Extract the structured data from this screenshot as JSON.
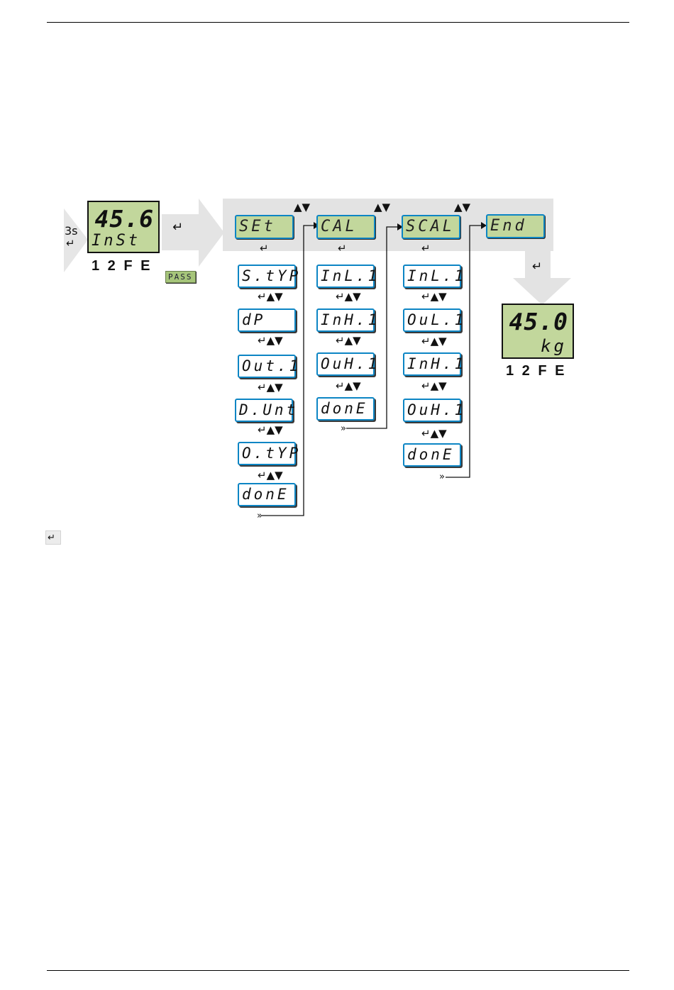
{
  "start_display": {
    "value": "45.6",
    "mode": "InSt",
    "keys": "1 2 F E"
  },
  "hold_time": "3s",
  "password_label": "PASS",
  "nav_icon": "enter-arrow-icon",
  "columns": [
    {
      "head": "SEt",
      "items": [
        "S.tYP",
        "dP",
        "Out.1",
        "D.Unt",
        "O.tYP",
        "donE"
      ]
    },
    {
      "head": "CAL",
      "items": [
        "InL.1",
        "InH.1",
        "OuH.1",
        "donE"
      ]
    },
    {
      "head": "SCAL",
      "items": [
        "InL.1",
        "OuL.1",
        "InH.1",
        "OuH.1",
        "donE"
      ]
    }
  ],
  "end_label": "End",
  "end_display": {
    "value": "45.0",
    "unit": "kg",
    "keys": "1 2 F E"
  },
  "colors": {
    "lcd_green": "#c2d79c",
    "frame_blue": "#0c85c4",
    "band_grey": "#e3e3e3"
  }
}
